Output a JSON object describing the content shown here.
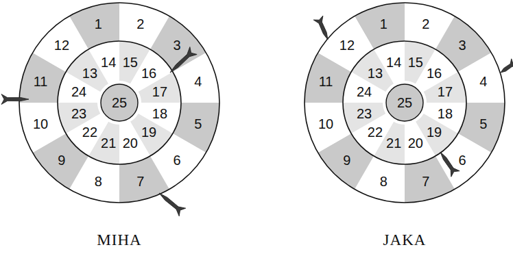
{
  "diagram": {
    "nodes": [
      {
        "text": [
          "MIHA"
        ]
      },
      {
        "text": [
          "JAKA"
        ]
      }
    ],
    "labels": [
      "1",
      "2",
      "3",
      "4",
      "5",
      "6",
      "7",
      "8",
      "9",
      "10",
      "11",
      "12",
      "13",
      "14",
      "15",
      "16",
      "17",
      "18",
      "19",
      "20",
      "21",
      "22",
      "23",
      "24",
      "25",
      "1",
      "2",
      "3",
      "4",
      "5",
      "6",
      "7",
      "8",
      "9",
      "10",
      "11",
      "12",
      "13",
      "14",
      "15",
      "16",
      "17",
      "18",
      "19",
      "20",
      "21",
      "22",
      "23",
      "24",
      "25"
    ]
  }
}
